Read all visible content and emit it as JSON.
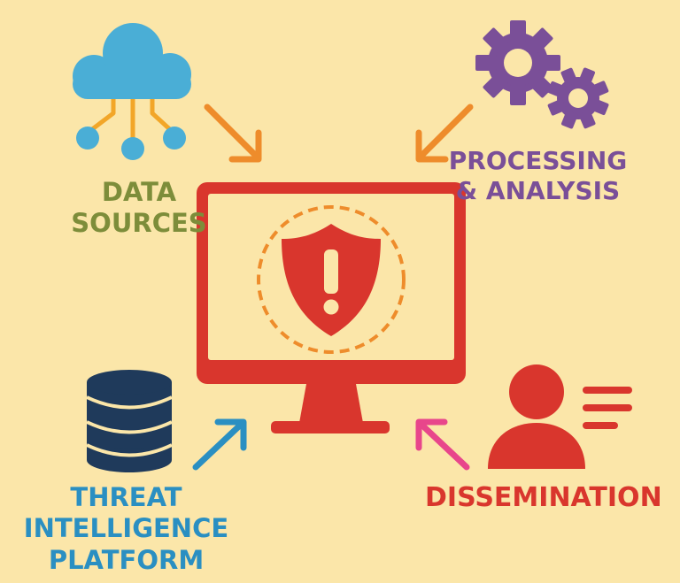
{
  "nodes": {
    "data_sources": {
      "line1": "DATA",
      "line2": "SOURCES"
    },
    "processing": {
      "line1": "PROCESSING",
      "line2": "& ANALYSIS"
    },
    "platform": {
      "line1": "THREAT",
      "line2": "INTELLIGENCE",
      "line3": "PLATFORM"
    },
    "dissemination": {
      "line1": "DISSEMINATION"
    }
  },
  "center": {
    "icon": "shield-alert-icon",
    "alert_glyph": "!"
  },
  "icons": {
    "data_sources": "cloud-network-icon",
    "processing": "gears-icon",
    "platform": "database-icon",
    "dissemination": "user-report-icon"
  },
  "colors": {
    "background": "#fbe6a9",
    "monitor": "#d9362d",
    "cloud": "#4aaed6",
    "network_lines": "#f2a628",
    "gears": "#7a4f98",
    "database": "#1f3a5b",
    "arrow_data_sources": "#ee8c2b",
    "arrow_processing": "#ee8c2b",
    "arrow_platform": "#2a8fc2",
    "arrow_dissemination": "#e8468b",
    "label_data_sources": "#7d8d3a",
    "label_processing": "#7a4f98",
    "label_platform": "#2a8fc2",
    "label_dissemination": "#d9362d"
  }
}
